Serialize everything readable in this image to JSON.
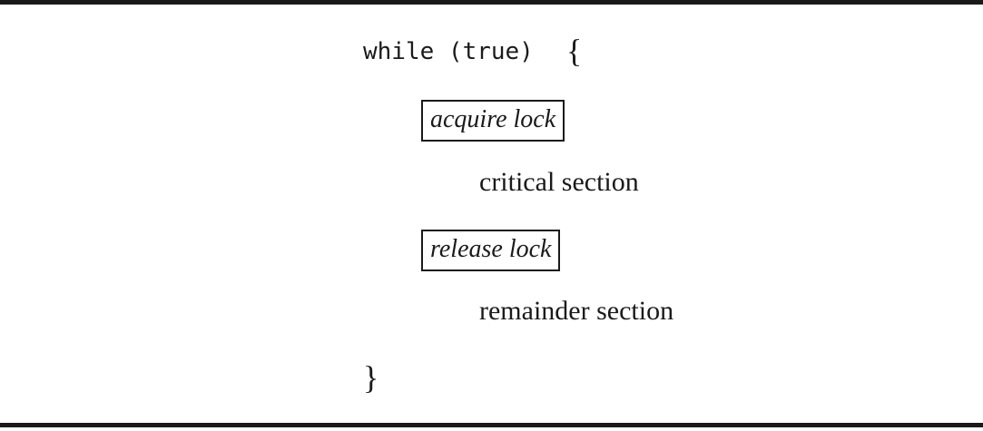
{
  "code": {
    "while_line": "while (true)",
    "open_brace": "{",
    "close_brace": "}"
  },
  "steps": {
    "acquire": "acquire lock",
    "critical": "critical section",
    "release": "release lock",
    "remainder": "remainder section"
  }
}
